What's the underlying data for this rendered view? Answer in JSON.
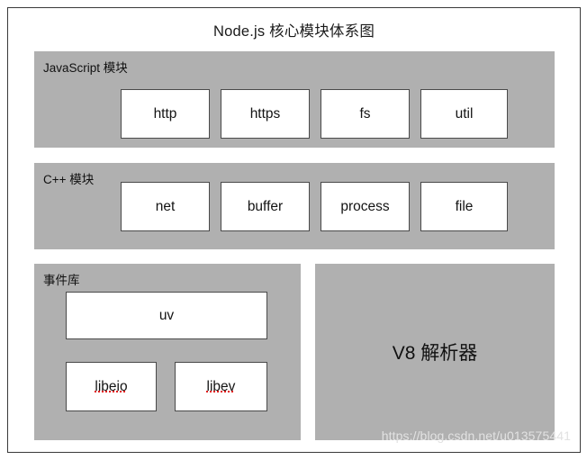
{
  "diagram": {
    "title": "Node.js 核心模块体系图",
    "watermark": "https://blog.csdn.net/u013575441",
    "colors": {
      "panel_background": "#b0b0b0",
      "box_background": "#ffffff",
      "box_border": "#4a4a4a",
      "frame_border": "#3a3a3a",
      "text": "#111111",
      "spellcheck_underline": "#e01b1b",
      "watermark": "#e2e2e2"
    },
    "panels": [
      {
        "id": "javascript",
        "label": "JavaScript 模块",
        "boxes": [
          {
            "label": "http"
          },
          {
            "label": "https"
          },
          {
            "label": "fs"
          },
          {
            "label": "util"
          }
        ]
      },
      {
        "id": "cpp",
        "label": "C++ 模块",
        "boxes": [
          {
            "label": "net"
          },
          {
            "label": "buffer"
          },
          {
            "label": "process"
          },
          {
            "label": "file"
          }
        ]
      },
      {
        "id": "eventlib",
        "label": "事件库",
        "boxes": [
          {
            "label": "uv",
            "spellcheck": false
          },
          {
            "label": "libeio",
            "spellcheck": true
          },
          {
            "label": "libev",
            "spellcheck": true
          }
        ]
      },
      {
        "id": "v8",
        "label": "",
        "boxes": [
          {
            "label": "V8 解析器"
          }
        ]
      }
    ]
  }
}
